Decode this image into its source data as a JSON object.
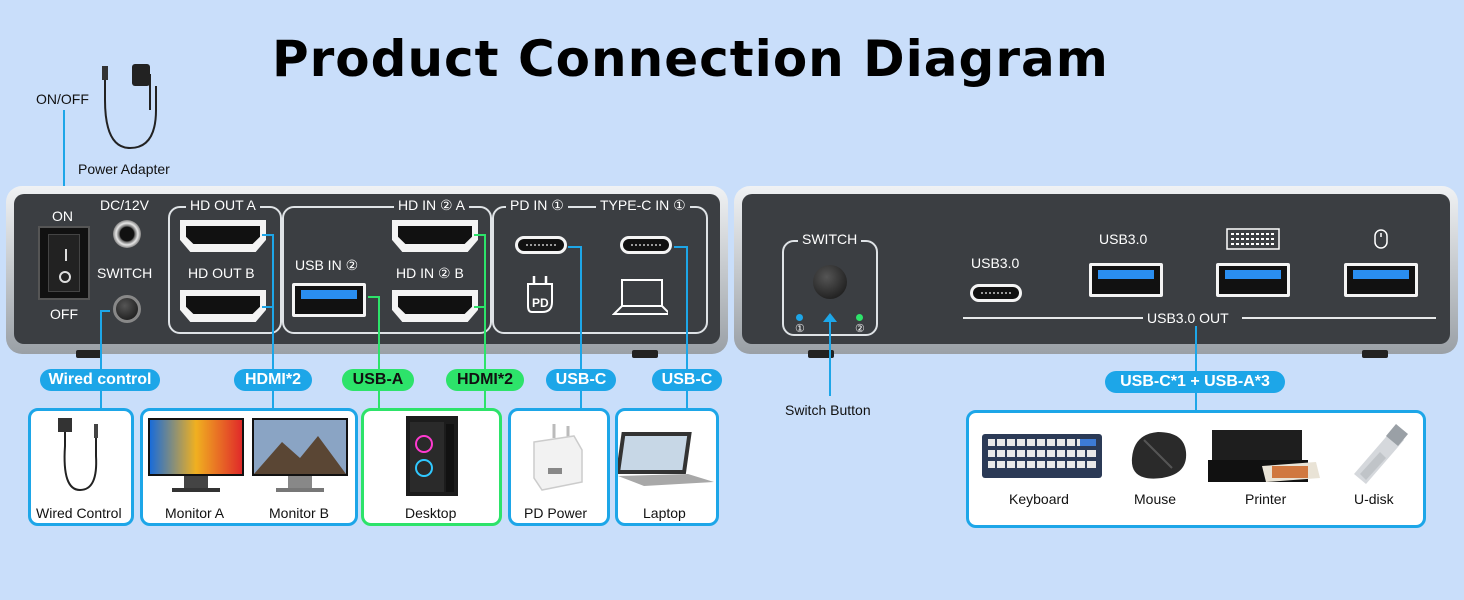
{
  "title": "Product Connection Diagram",
  "power": {
    "on_off": "ON/OFF",
    "adapter": "Power Adapter"
  },
  "front_panel": {
    "on": "ON",
    "off": "OFF",
    "dc": "DC/12V",
    "switch": "SWITCH",
    "hd_out_a": "HD OUT A",
    "hd_out_b": "HD OUT B",
    "usb_in_2": "USB IN ②",
    "hd_in_2_a": "HD IN ② A",
    "hd_in_2_b": "HD IN ② B",
    "pd_in_1": "PD IN ①",
    "typec_in_1": "TYPE-C IN ①",
    "pd_icon_text": "PD"
  },
  "rear_panel": {
    "switch": "SWITCH",
    "led_1": "①",
    "led_2": "②",
    "usb30_c": "USB3.0",
    "usb30_a": "USB3.0",
    "usb30_out": "USB3.0 OUT"
  },
  "tags": {
    "wired_control": "Wired control",
    "hdmi_out": "HDMI*2",
    "usb_a": "USB-A",
    "hdmi_in": "HDMI*2",
    "usbc_pd": "USB-C",
    "usbc_laptop": "USB-C",
    "usb_mix": "USB-C*1 + USB-A*3"
  },
  "switch_button": "Switch Button",
  "devices": {
    "wired_control": "Wired Control",
    "monitor_a": "Monitor A",
    "monitor_b": "Monitor B",
    "desktop": "Desktop",
    "pd_power": "PD Power",
    "laptop": "Laptop",
    "keyboard": "Keyboard",
    "mouse": "Mouse",
    "printer": "Printer",
    "udisk": "U-disk"
  },
  "colors": {
    "accent_blue": "#1da6e8",
    "accent_green": "#2de36a",
    "background": "#c9defa",
    "panel": "#3b3e42"
  }
}
